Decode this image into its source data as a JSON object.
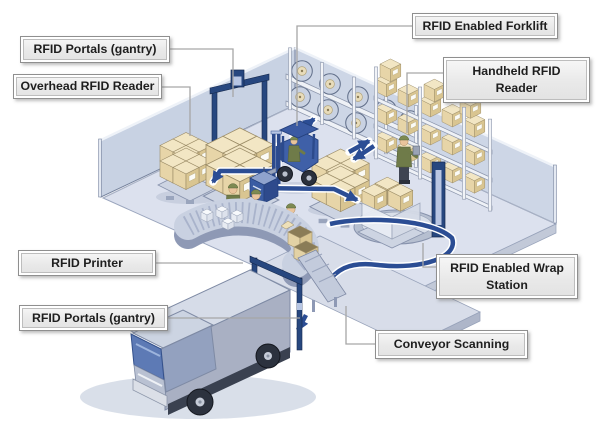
{
  "callouts": [
    {
      "id": "rfid-portals-gantry-top",
      "text": "RFID Portals (gantry)"
    },
    {
      "id": "overhead-rfid-reader",
      "text": "Overhead RFID Reader"
    },
    {
      "id": "rfid-enabled-forklift",
      "text": "RFID Enabled Forklift"
    },
    {
      "id": "handheld-rfid-reader",
      "text": "Handheld RFID Reader"
    },
    {
      "id": "rfid-printer",
      "text": "RFID Printer"
    },
    {
      "id": "rfid-portals-gantry-bottom",
      "text": "RFID Portals (gantry)"
    },
    {
      "id": "rfid-enabled-wrap-station",
      "text": "RFID Enabled Wrap Station"
    },
    {
      "id": "conveyor-scanning",
      "text": "Conveyor Scanning"
    }
  ],
  "scene": {
    "elements": [
      "warehouse-room",
      "roll-storage-shelf",
      "box-storage-rack",
      "rfid-gantry-portal",
      "overhead-rfid-reader-device",
      "pallet-stack-left",
      "pallet-stack-gantry",
      "pallet-stack-center",
      "material-flow-arrows",
      "forklift",
      "forklift-driver",
      "rfid-printer-machine",
      "packing-conveyor",
      "conveyor-worker",
      "handheld-reader-worker",
      "wrap-station-turntable",
      "wrap-station-pallet",
      "wrap-machine-pole",
      "dock-ramp",
      "dock-gantry-portal",
      "dock-conveyor",
      "delivery-truck",
      "callout-connector-lines"
    ]
  },
  "colors": {
    "background": "#ffffff",
    "floor": "#dce1ee",
    "wall": "#c9d3e4",
    "arrow_blue": "#2b4d94",
    "gantry_blue": "#27477f",
    "box_tan": "#e9d8ac",
    "worker_green": "#6f7b49",
    "callout_bg": "#ececec",
    "callout_border": "#8f8f8f",
    "connector_gray": "#a6a6a6"
  }
}
